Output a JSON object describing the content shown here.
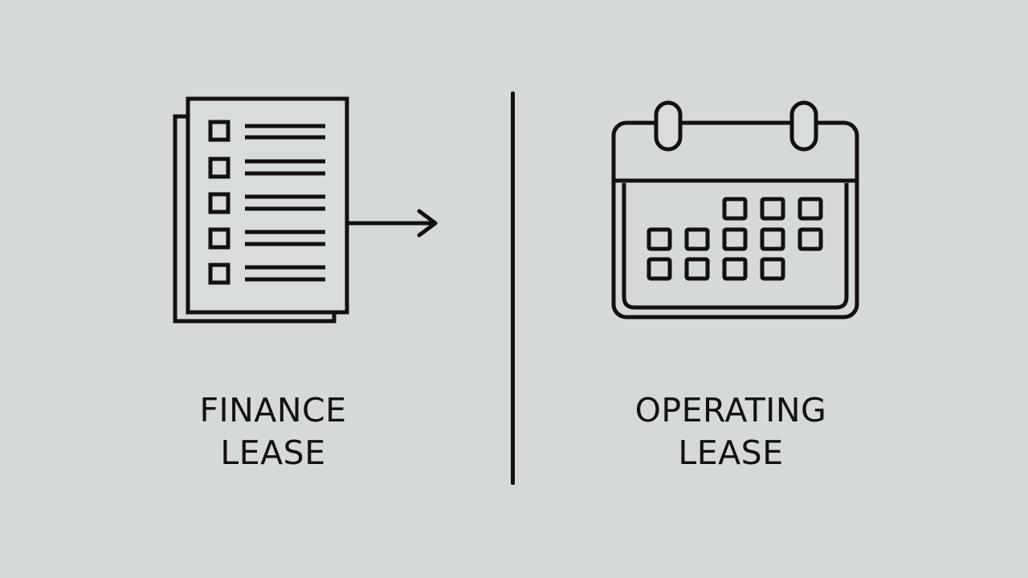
{
  "colors": {
    "background": "#d5d9d7",
    "ink": "#111111",
    "paper": "#d8dcda"
  },
  "left": {
    "icon": "document-checklist-icon",
    "arrow_icon": "arrow-right-icon",
    "label_line1": "FINANCE",
    "label_line2": "LEASE"
  },
  "right": {
    "icon": "calendar-icon",
    "label_line1": "OPERATING",
    "label_line2": "LEASE"
  }
}
